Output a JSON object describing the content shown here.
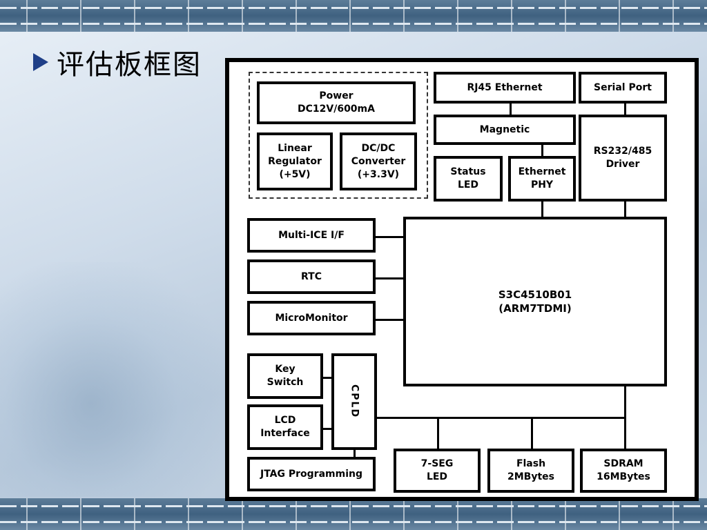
{
  "slide": {
    "title": "评估板框图",
    "bullet_icon": "triangle-arrow-icon",
    "title_color": "#1f3f88"
  },
  "diagram": {
    "blocks": {
      "power": "Power\nDC12V/600mA",
      "linear_regulator": "Linear\nRegulator\n(+5V)",
      "dcdc_converter": "DC/DC\nConverter\n(+3.3V)",
      "rj45": "RJ45 Ethernet",
      "magnetic": "Magnetic",
      "status_led": "Status\nLED",
      "ethernet_phy": "Ethernet\nPHY",
      "serial_port": "Serial Port",
      "rs232_driver": "RS232/485\nDriver",
      "multi_ice": "Multi-ICE I/F",
      "rtc": "RTC",
      "micromonitor": "MicroMonitor",
      "cpu": "S3C4510B01\n(ARM7TDMI)",
      "key_switch": "Key\nSwitch",
      "lcd_interface": "LCD\nInterface",
      "cpld": "CPLD",
      "jtag": "JTAG Programming",
      "seven_seg": "7-SEG\nLED",
      "flash": "Flash\n2MBytes",
      "sdram": "SDRAM\n16MBytes"
    }
  }
}
